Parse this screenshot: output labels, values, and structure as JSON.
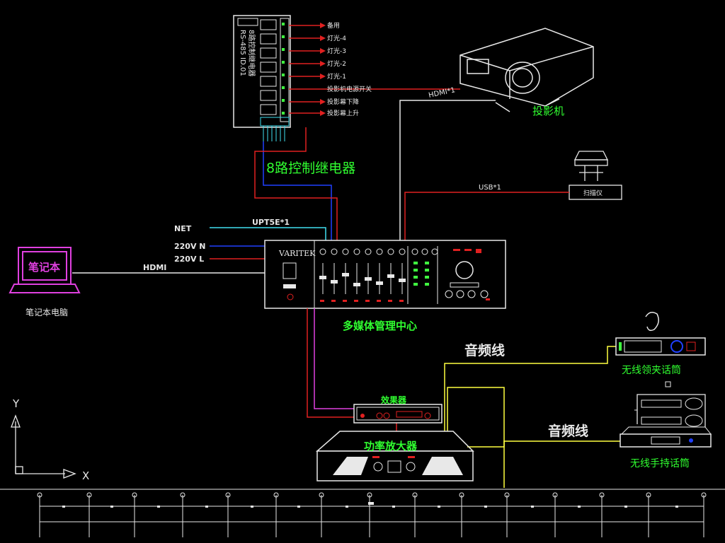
{
  "relay": {
    "title": "8路控制继电器",
    "side_label": "8路控制继电器",
    "model": "RS-485 ID.01",
    "outputs": [
      "备用",
      "灯光-4",
      "灯光-3",
      "灯光-2",
      "灯光-1",
      "投影机电源开关",
      "投影幕下降",
      "投影幕上升"
    ]
  },
  "projector": {
    "label": "投影机",
    "link_label": "HDMI*1"
  },
  "scanner": {
    "label": "扫描仪",
    "link_label": "USB*1"
  },
  "inputs": {
    "net": "NET",
    "utp": "UPT5E*1",
    "power_n": "220V N",
    "power_l": "220V L",
    "hdmi": "HDMI"
  },
  "laptop": {
    "screen_text": "笔记本",
    "label": "笔记本电脑"
  },
  "media_center": {
    "brand": "VARITEK",
    "label": "多媒体管理中心"
  },
  "effects": {
    "label": "效果器"
  },
  "amplifier": {
    "label": "功率放大器"
  },
  "audio": {
    "label_1": "音频线",
    "label_2": "音频线"
  },
  "mic_clip": {
    "label": "无线领夹话筒"
  },
  "mic_hand": {
    "label": "无线手持话筒"
  },
  "axes": {
    "y": "Y",
    "x": "X"
  },
  "colors": {
    "red": "#e02020",
    "blue": "#2040ff",
    "cyan": "#40e0f0",
    "white": "#e8e8e8",
    "yellow": "#ffff40",
    "magenta": "#e040e0",
    "green": "#40ff40",
    "label_green": "#30ff30"
  }
}
